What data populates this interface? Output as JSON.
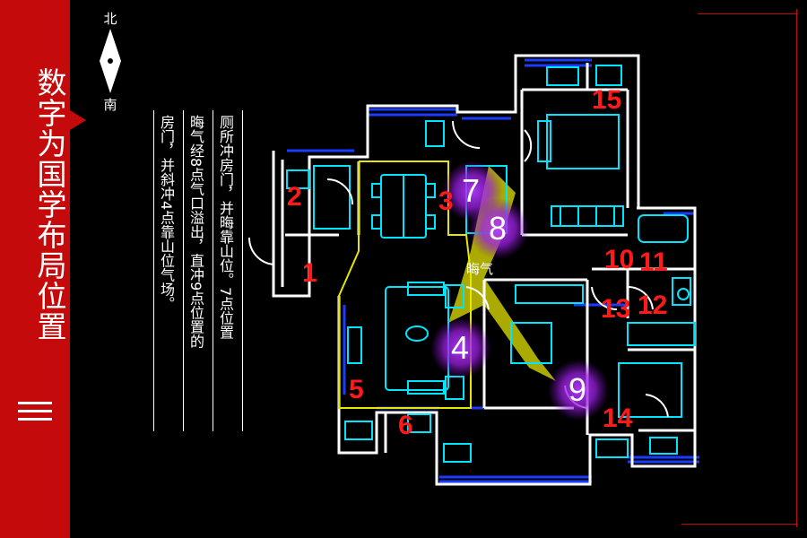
{
  "sidebar": {
    "title": "数字为国学布局位置"
  },
  "compass": {
    "north": "北",
    "south": "南"
  },
  "note": {
    "columns": [
      "厕所冲房门，并晦靠山位。7点位置",
      "晦气经8点气口溢出，直冲9点位置的",
      "房门，并斜冲4点靠山位气场。"
    ]
  },
  "plan": {
    "flow_label": "晦气",
    "red_labels": [
      "1",
      "2",
      "3",
      "5",
      "6",
      "10",
      "11",
      "12",
      "13",
      "14",
      "15"
    ],
    "glow_labels": [
      "4",
      "7",
      "8",
      "9"
    ],
    "colors": {
      "wall": "#ffffff",
      "furniture": "#00e5ff",
      "window": "#1a3cff",
      "zone": "#e6e600",
      "label": "#ff1a1a",
      "glow": "#a020f0"
    }
  }
}
